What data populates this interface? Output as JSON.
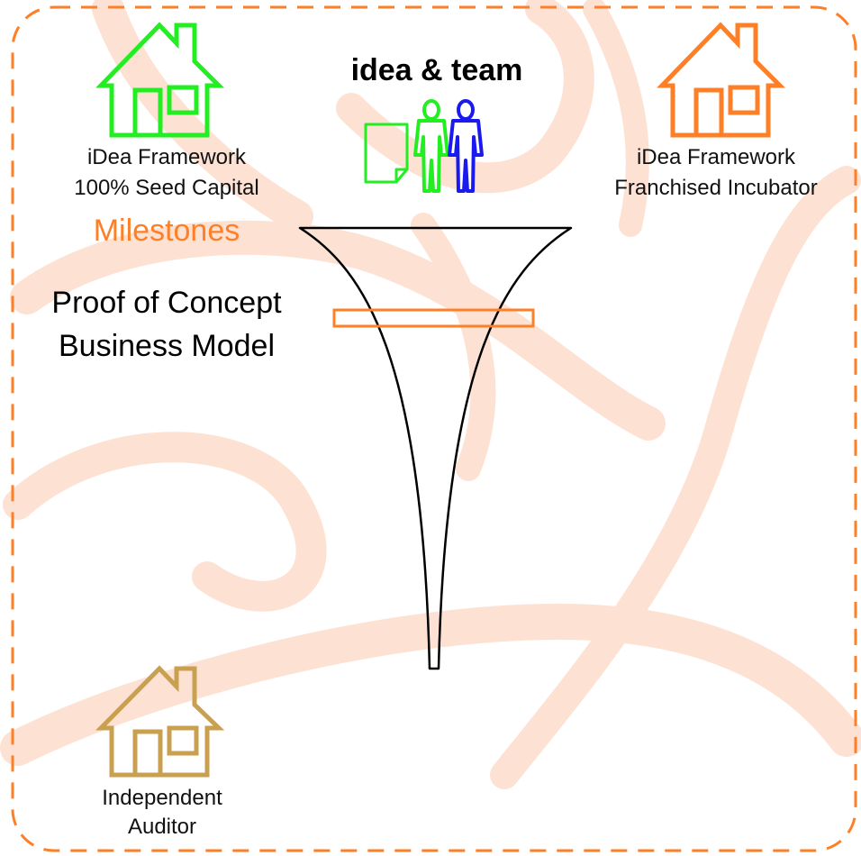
{
  "title": "idea & team",
  "houses": {
    "seed": {
      "line1": "iDea Framework",
      "line2": "100% Seed Capital",
      "color": "#22ee22",
      "icon": "house-icon"
    },
    "franchise": {
      "line1": "iDea Framework",
      "line2": "Franchised Incubator",
      "color": "#ff7f27",
      "icon": "house-icon"
    },
    "auditor": {
      "line1": "Independent",
      "line2": "Auditor",
      "color": "#c8a050",
      "icon": "house-icon"
    }
  },
  "milestones": "Milestones",
  "proof": {
    "line1": "Proof of Concept",
    "line2": "Business Model"
  },
  "colors": {
    "frame": "#ff7f27",
    "watermark": "#fde2d4",
    "document": "#22ee22",
    "person_green": "#22ee22",
    "person_blue": "#1a1aee",
    "funnel": "#000000",
    "milestone_bar": "#ff7f27"
  },
  "icons": [
    "document-icon",
    "person-icon",
    "funnel-icon"
  ]
}
